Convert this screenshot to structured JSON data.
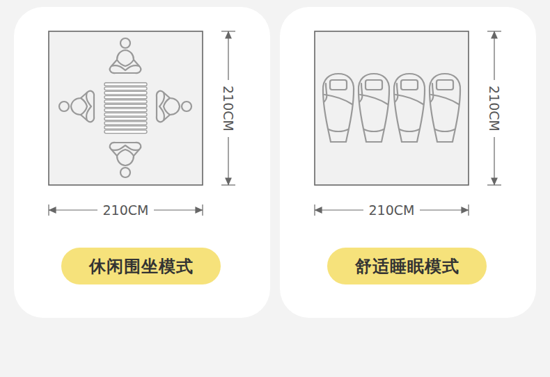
{
  "diagram": {
    "nodes": [
      {
        "text": [
          "休闲围坐模式"
        ]
      },
      {
        "text": [
          "舒适睡眠模式"
        ]
      }
    ],
    "labels": [
      "210CM",
      "210CM",
      "210CM",
      "210CM"
    ]
  }
}
